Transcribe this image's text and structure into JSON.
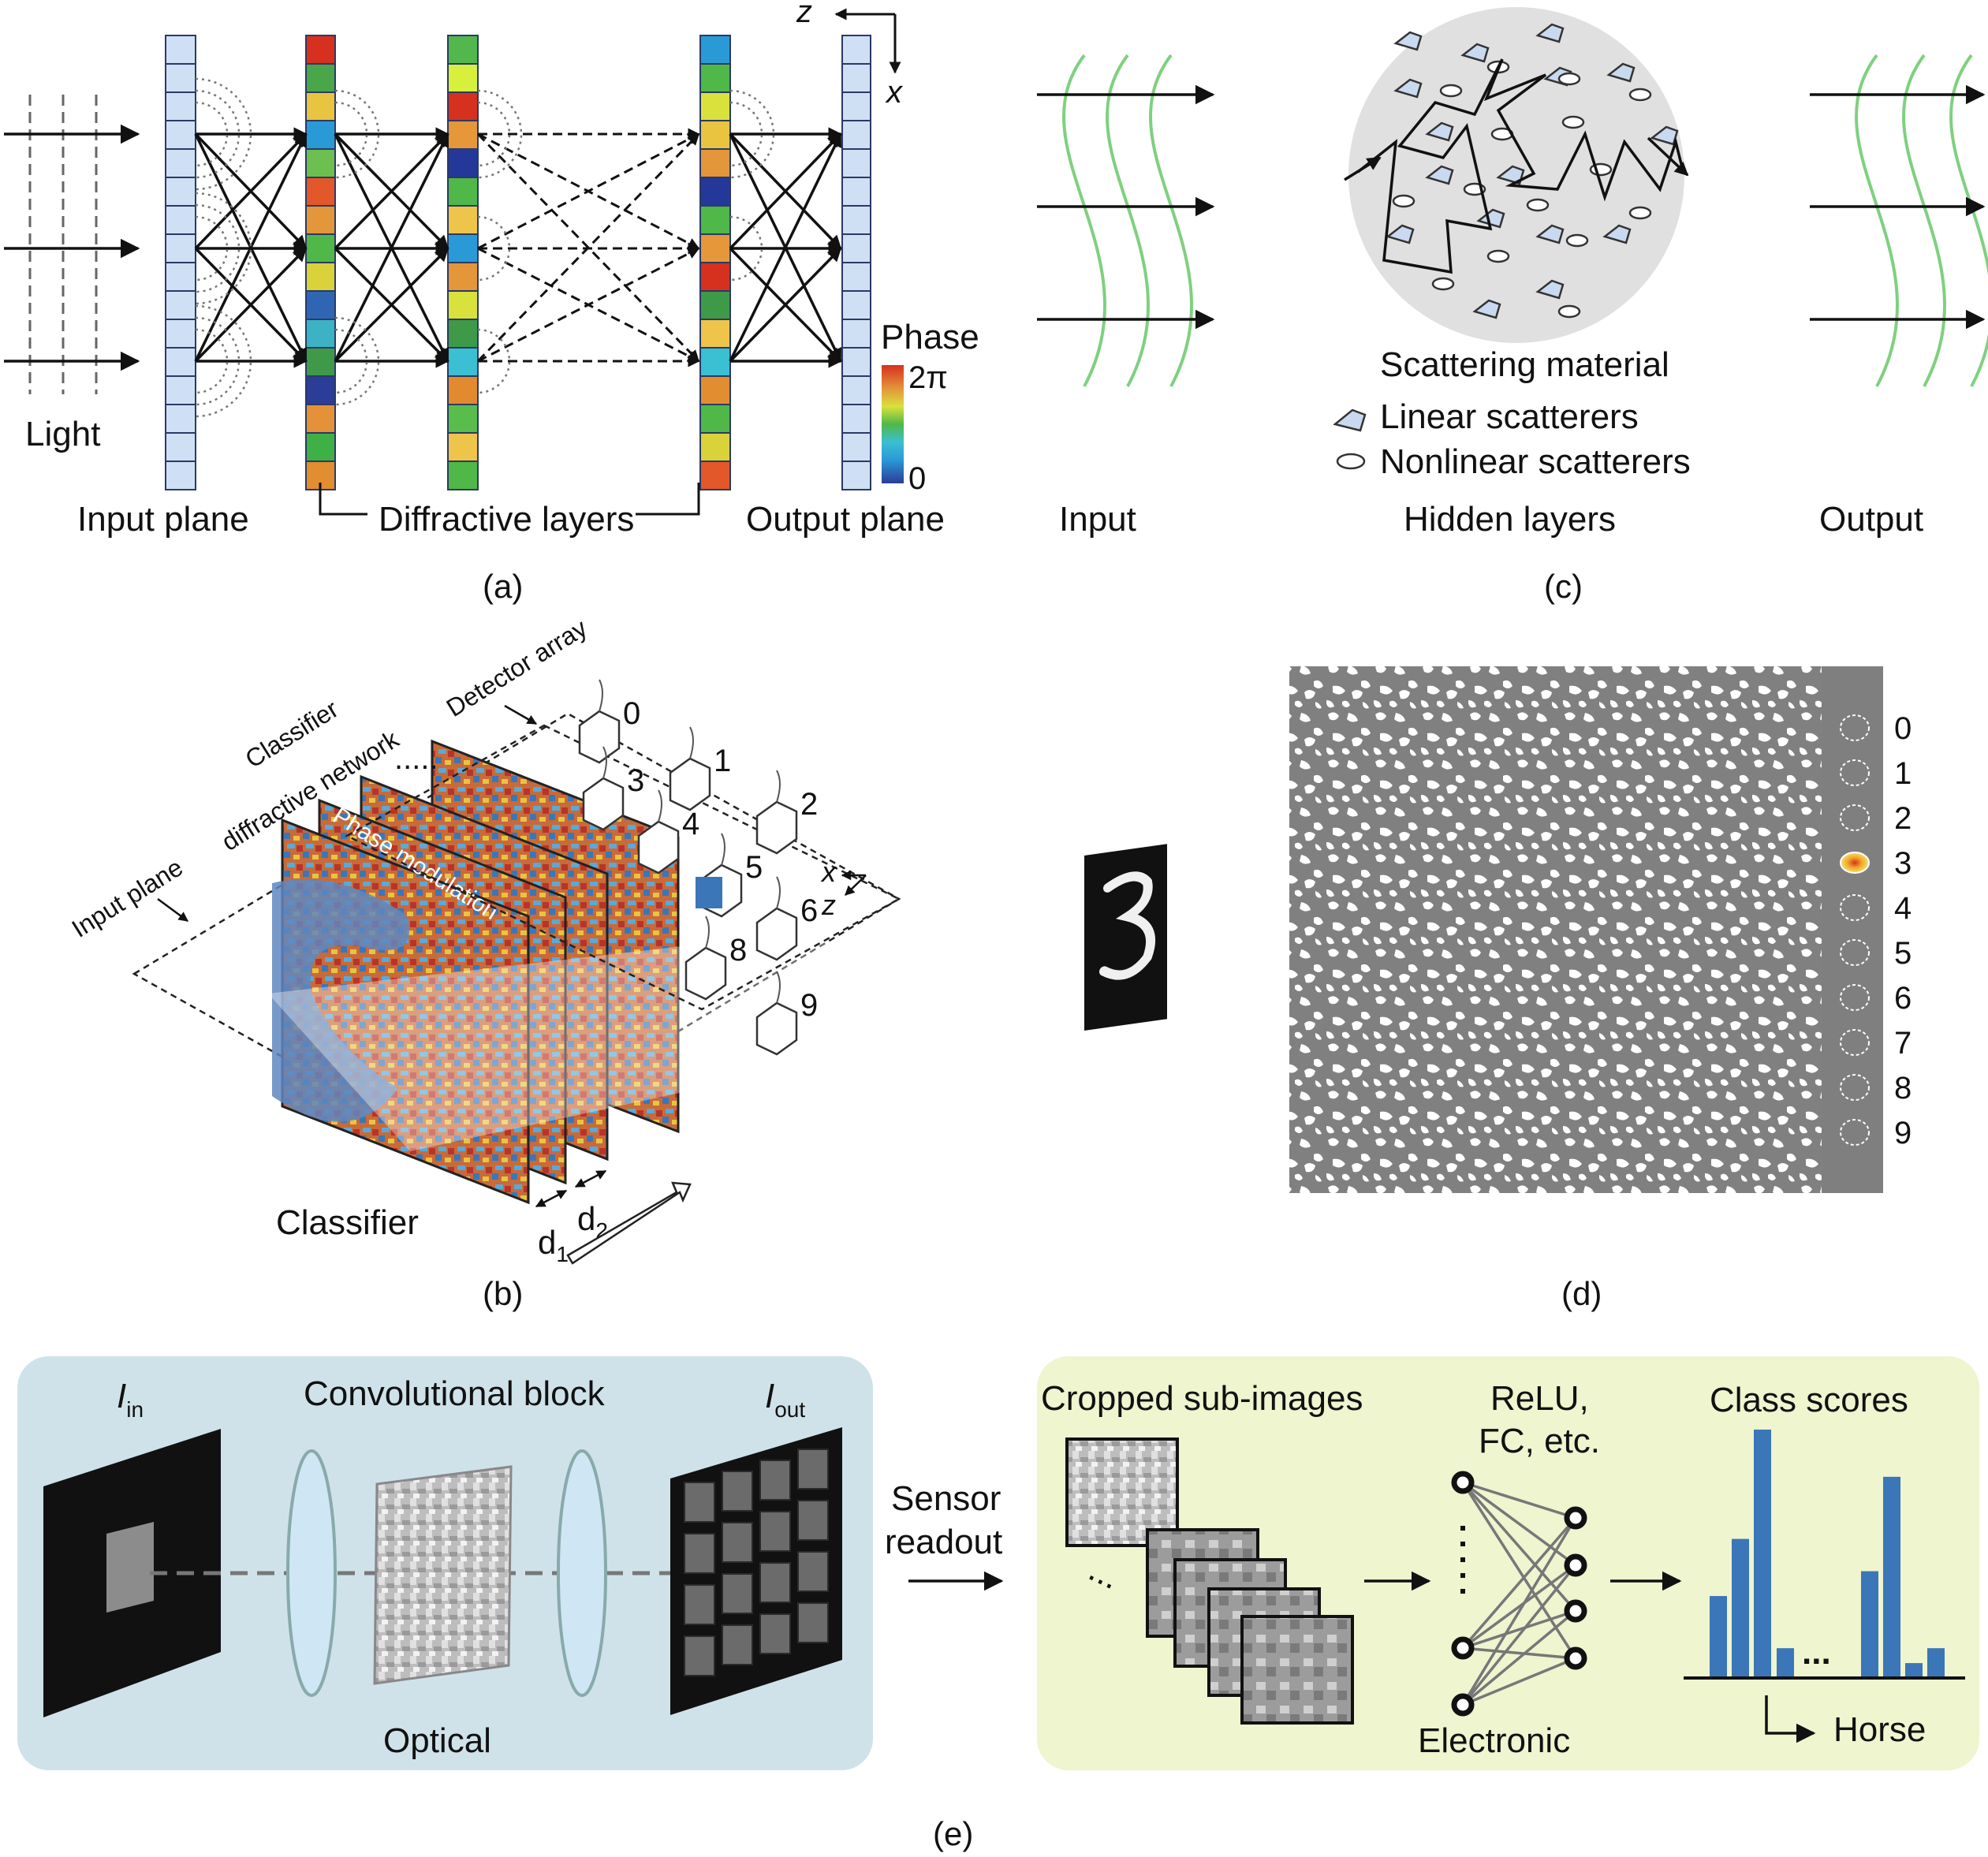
{
  "panel_a": {
    "light_label": "Light",
    "input_plane_label": "Input plane",
    "diffractive_label": "Diffractive layers",
    "output_plane_label": "Output plane",
    "axis_z": "z",
    "axis_x": "x",
    "colorbar_title": "Phase",
    "colorbar_max": "2π",
    "colorbar_min": "0",
    "caption": "(a)",
    "layer1_colors": [
      "#d7301f",
      "#4aa64a",
      "#e8c440",
      "#2a9ad6",
      "#6dbf50",
      "#e2582a",
      "#e3963a",
      "#4fb848",
      "#d9d23b",
      "#2f66b3",
      "#3bb3c4",
      "#3e9a49",
      "#2b3d97",
      "#e4913a",
      "#3fb046",
      "#e28d2f"
    ],
    "layer2_colors": [
      "#52b84d",
      "#d7f03b",
      "#d6311f",
      "#e5973a",
      "#24389a",
      "#4fb848",
      "#efc44a",
      "#2a9ad6",
      "#e3963a",
      "#d9e13c",
      "#3e9a49",
      "#3bbfd2",
      "#e28a2f",
      "#59bd4c",
      "#efc44a",
      "#4fb848"
    ],
    "layer3_colors": [
      "#2a9ad6",
      "#4fb848",
      "#d9e13c",
      "#e8c440",
      "#e3963a",
      "#24389a",
      "#4fb848",
      "#e5973a",
      "#d6311f",
      "#3e9a49",
      "#efc44a",
      "#3bbfd2",
      "#e28d2f",
      "#4fb848",
      "#d9d23b",
      "#e2582a"
    ],
    "colors_colorbar": [
      "#2b3d97",
      "#2a9ad6",
      "#3bbfd2",
      "#4fb848",
      "#d9e13c",
      "#e8c440",
      "#e3963a",
      "#d6311f"
    ]
  },
  "panel_b": {
    "detector_label": "Detector array",
    "classifier_net_label_1": "Classifier",
    "classifier_net_label_2": "diffractive network",
    "phase_label": "Phase modulation",
    "input_plane_label": "Input plane",
    "classifier_label": "Classifier",
    "d1": "d",
    "d1_sub": "1",
    "d2": "d",
    "d2_sub": "2",
    "axis_x": "x",
    "axis_z": "z",
    "detectors": [
      "0",
      "1",
      "2",
      "3",
      "4",
      "5",
      "6",
      "8",
      "9"
    ],
    "caption": "(b)"
  },
  "panel_c": {
    "input_label": "Input",
    "hidden_label": "Hidden layers",
    "output_label": "Output",
    "scattering_label": "Scattering material",
    "linear_label": "Linear scatterers",
    "nonlinear_label": "Nonlinear scatterers",
    "caption": "(c)"
  },
  "panel_d": {
    "classes": [
      "0",
      "1",
      "2",
      "3",
      "4",
      "5",
      "6",
      "7",
      "8",
      "9"
    ],
    "highlighted_class": "3",
    "caption": "(d)"
  },
  "panel_e": {
    "i_in": "I",
    "i_in_sub": "in",
    "i_out": "I",
    "i_out_sub": "out",
    "conv_label": "Convolutional block",
    "optical_label": "Optical",
    "sensor_label_1": "Sensor",
    "sensor_label_2": "readout",
    "cropped_label": "Cropped sub-images",
    "relu_label_1": "ReLU,",
    "relu_label_2": "FC, etc.",
    "class_scores_label": "Class scores",
    "electronic_label": "Electronic",
    "horse_label": "Horse",
    "bar_values": [
      0.33,
      0.56,
      1.0,
      0.12,
      0.43,
      0.81,
      0.06,
      0.12
    ],
    "optical_bg": "#cfe2ea",
    "electronic_bg": "#eef5cf",
    "bar_color": "#3a76b8",
    "caption": "(e)"
  }
}
